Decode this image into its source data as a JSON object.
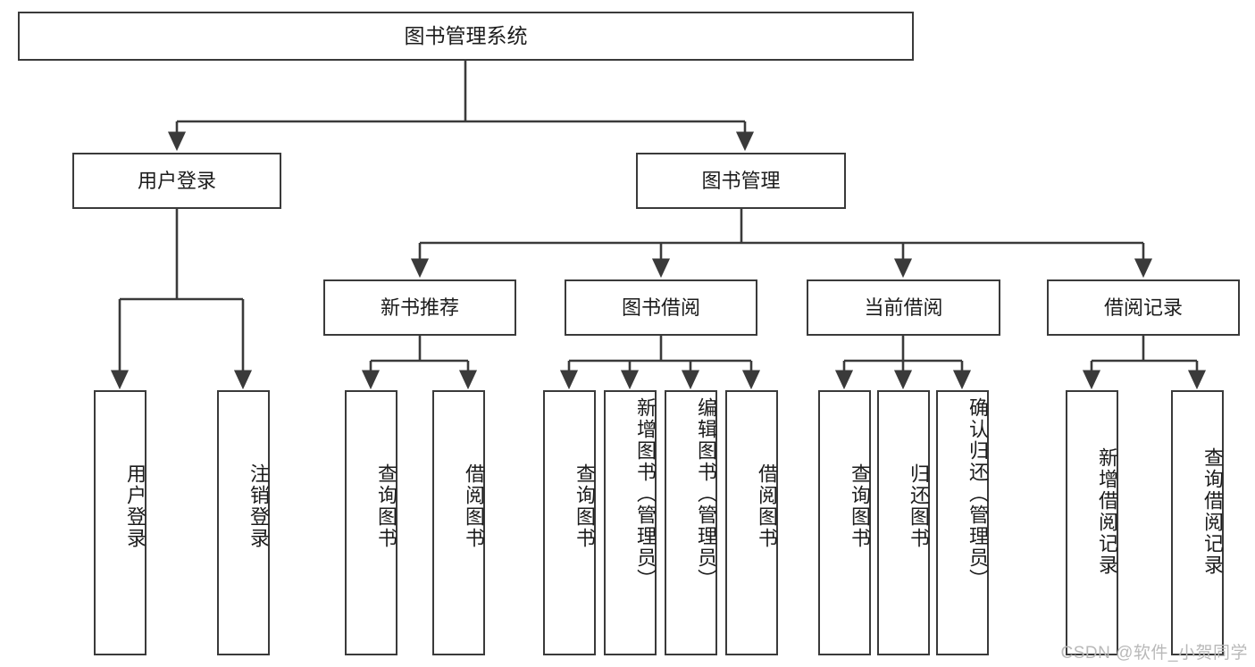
{
  "diagram": {
    "title": "图书管理系统",
    "type": "hierarchy-tree",
    "root": {
      "label": "图书管理系统"
    },
    "level2": [
      {
        "label": "用户登录"
      },
      {
        "label": "图书管理"
      }
    ],
    "level3": [
      {
        "label": "新书推荐"
      },
      {
        "label": "图书借阅"
      },
      {
        "label": "当前借阅"
      },
      {
        "label": "借阅记录"
      }
    ],
    "leaves": {
      "user_login": [
        {
          "label": "用户登录"
        },
        {
          "label": "注销登录"
        }
      ],
      "new_book": [
        {
          "label": "查询图书"
        },
        {
          "label": "借阅图书"
        }
      ],
      "book_borrow": [
        {
          "label": "查询图书"
        },
        {
          "label": "新增图书（管理员）"
        },
        {
          "label": "编辑图书（管理员）"
        },
        {
          "label": "借阅图书"
        }
      ],
      "current_borrow": [
        {
          "label": "查询图书"
        },
        {
          "label": "归还图书"
        },
        {
          "label": "确认归还（管理员）"
        }
      ],
      "borrow_record": [
        {
          "label": "新增借阅记录"
        },
        {
          "label": "查询借阅记录"
        }
      ]
    }
  },
  "watermark": "CSDN @软件_小贺同学",
  "colors": {
    "stroke": "#3a3a3a",
    "fill": "#ffffff",
    "text": "#1c1c1c",
    "watermark": "#b9b9b9"
  }
}
